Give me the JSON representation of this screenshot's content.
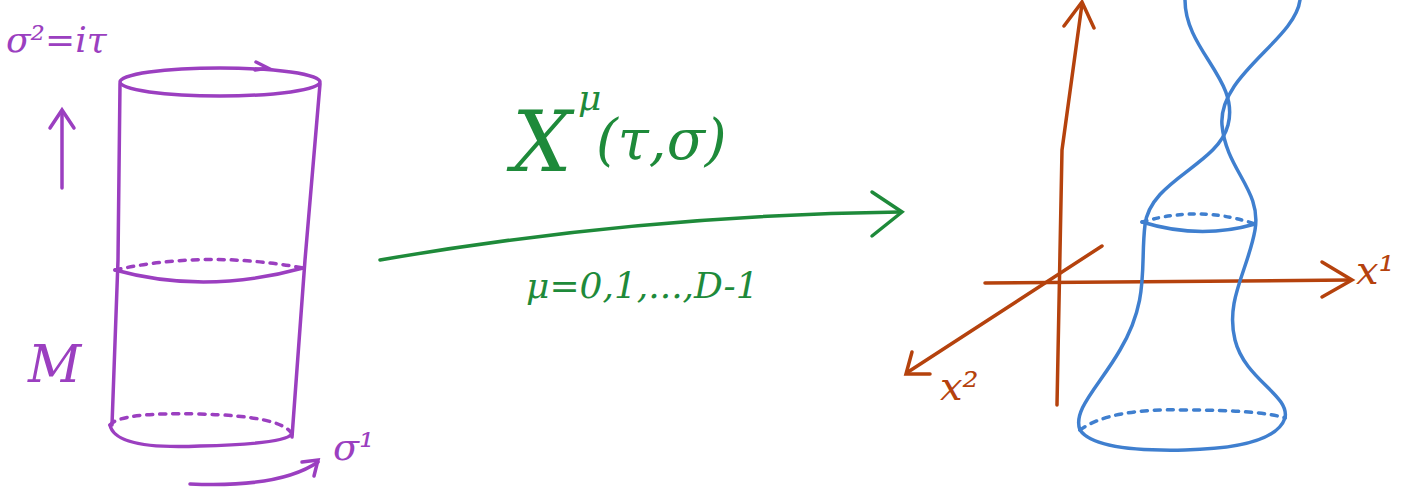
{
  "diagram": {
    "labels": [
      "σ²=iτ",
      "M",
      "σ¹",
      "X",
      "μ",
      "(τ,σ)",
      "μ=0,1,...,D-1",
      "x¹",
      "x²"
    ]
  }
}
